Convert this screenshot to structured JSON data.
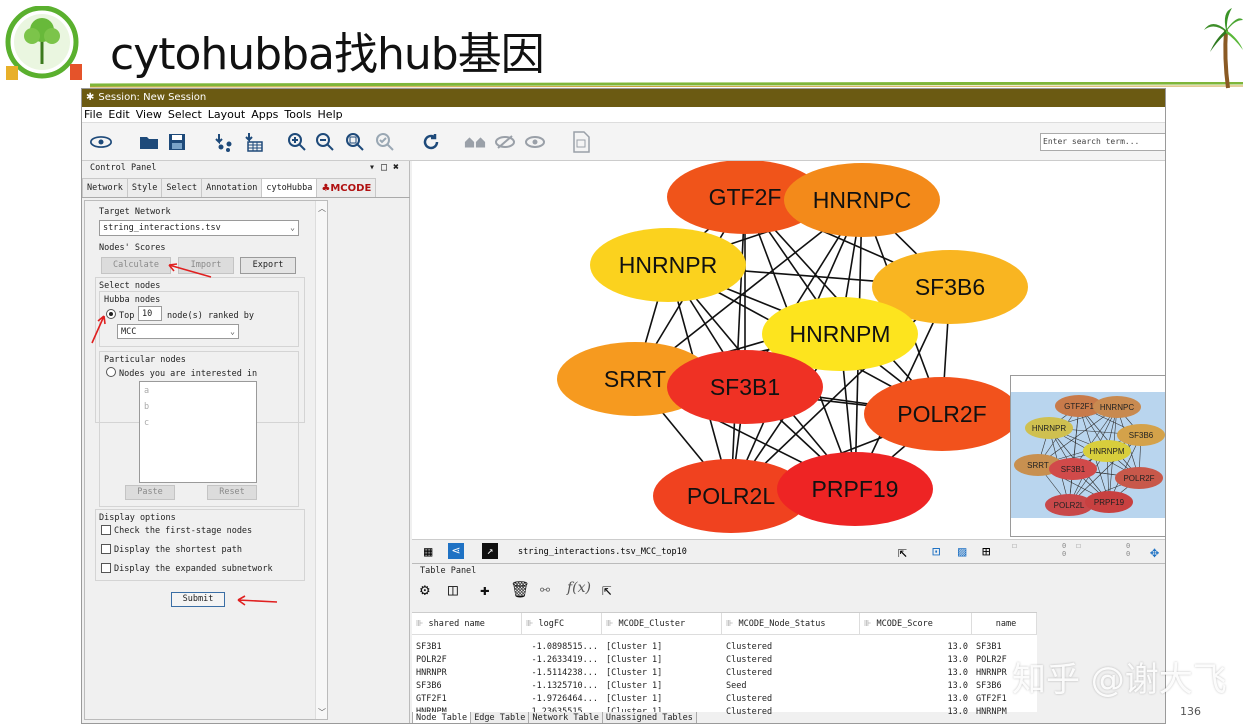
{
  "slide": {
    "title": "cytohubba找hub基因",
    "page_number": "136",
    "watermark": "知乎 @谢大飞"
  },
  "window": {
    "title": "Session: New Session",
    "menu": [
      "File",
      "Edit",
      "View",
      "Select",
      "Layout",
      "Apps",
      "Tools",
      "Help"
    ],
    "search_placeholder": "Enter search term..."
  },
  "control_panel": {
    "title": "Control Panel",
    "tabs": [
      "Network",
      "Style",
      "Select",
      "Annotation",
      "cytoHubba",
      "MCODE"
    ],
    "active_tab": "cytoHubba",
    "target_network_label": "Target Network",
    "target_network_value": "string_interactions.tsv",
    "nodes_scores_label": "Nodes' Scores",
    "calculate_label": "Calculate",
    "import_label": "Import",
    "export_label": "Export",
    "select_nodes_label": "Select nodes",
    "hubba_nodes_label": "Hubba nodes",
    "top_label": "Top",
    "top_value": "10",
    "ranked_by_label": "node(s) ranked by",
    "method_value": "MCC",
    "particular_nodes_label": "Particular nodes",
    "nodes_interested_label": "Nodes you are interested in",
    "placeholder_lines": [
      "a",
      "b",
      "c"
    ],
    "paste_label": "Paste",
    "reset_label": "Reset",
    "display_options_label": "Display options",
    "options": [
      "Check the first-stage nodes",
      "Display the shortest path",
      "Display the expanded subnetwork"
    ],
    "submit_label": "Submit"
  },
  "network": {
    "node_colors": {
      "orange": "#f0541a",
      "amber": "#f7941d",
      "yellow": "#fbd91f",
      "red": "#ee2a24",
      "light_orange": "#f7b02a"
    },
    "nodes": [
      {
        "id": "GTF2F",
        "label": "GTF2F",
        "color": "#f0541a"
      },
      {
        "id": "HNRNPC",
        "label": "HNRNPC",
        "color": "#f38a1a"
      },
      {
        "id": "HNRNPR",
        "label": "HNRNPR",
        "color": "#fbd21e"
      },
      {
        "id": "SF3B6",
        "label": "SF3B6",
        "color": "#f9b521"
      },
      {
        "id": "HNRNPM",
        "label": "HNRNPM",
        "color": "#fde41e"
      },
      {
        "id": "SRRT",
        "label": "SRRT",
        "color": "#f69a1f"
      },
      {
        "id": "SF3B1",
        "label": "SF3B1",
        "color": "#ef3124"
      },
      {
        "id": "POLR2F",
        "label": "POLR2F",
        "color": "#f2521c"
      },
      {
        "id": "POLR2L",
        "label": "POLR2L",
        "color": "#f0421f"
      },
      {
        "id": "PRPF19",
        "label": "PRPF19",
        "color": "#ee2424"
      }
    ],
    "overview_nodes": [
      "GTF2F1",
      "HNRNPC",
      "HNRNPR",
      "SF3B6",
      "HNRNPM",
      "SRRT",
      "SF3B1",
      "POLR2F",
      "POLR2L",
      "PRPF19"
    ],
    "status_text": "string_interactions.tsv_MCC_top10",
    "readout_left": [
      "0",
      "0"
    ],
    "readout_right": [
      "0",
      "0"
    ]
  },
  "table_panel": {
    "title": "Table Panel",
    "columns": [
      "shared name",
      "logFC",
      "MCODE_Cluster",
      "MCODE_Node_Status",
      "MCODE_Score",
      "name"
    ],
    "rows": [
      [
        "SF3B1",
        "-1.0898515...",
        "[Cluster 1]",
        "Clustered",
        "13.0",
        "SF3B1"
      ],
      [
        "POLR2F",
        "-1.2633419...",
        "[Cluster 1]",
        "Clustered",
        "13.0",
        "POLR2F"
      ],
      [
        "HNRNPR",
        "-1.5114238...",
        "[Cluster 1]",
        "Clustered",
        "13.0",
        "HNRNPR"
      ],
      [
        "SF3B6",
        "-1.1325710...",
        "[Cluster 1]",
        "Seed",
        "13.0",
        "SF3B6"
      ],
      [
        "GTF2F1",
        "-1.9726464...",
        "[Cluster 1]",
        "Clustered",
        "13.0",
        "GTF2F1"
      ],
      [
        "HNRNPM",
        "1.23635515...",
        "[Cluster 1]",
        "Clustered",
        "13.0",
        "HNRNPM"
      ]
    ],
    "bottom_tabs": [
      "Node Table",
      "Edge Table",
      "Network Table",
      "Unassigned Tables"
    ]
  }
}
